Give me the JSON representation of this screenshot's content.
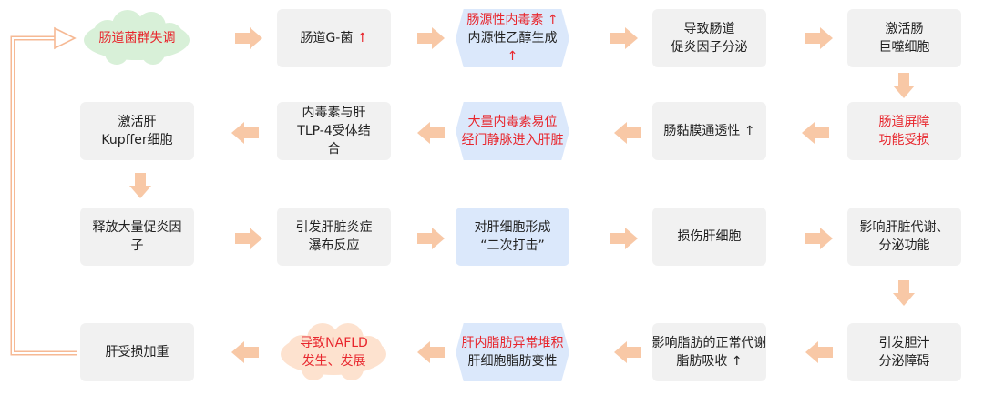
{
  "diagram": {
    "nodes": [
      {
        "id": "n1",
        "shape": "cloud",
        "lines": [
          [
            {
              "t": "肠道菌群失调",
              "c": "red"
            }
          ]
        ]
      },
      {
        "id": "n2",
        "shape": "rect",
        "lines": [
          [
            {
              "t": "肠道G-菌 ",
              "c": "dark"
            },
            {
              "t": "↑",
              "c": "red"
            }
          ]
        ]
      },
      {
        "id": "n3",
        "shape": "hex",
        "lines": [
          [
            {
              "t": "肠源性内毒素 ↑",
              "c": "red"
            }
          ],
          [
            {
              "t": "内源性乙醇生成",
              "c": "dark"
            }
          ],
          [
            {
              "t": "↑",
              "c": "red"
            }
          ]
        ]
      },
      {
        "id": "n4",
        "shape": "rect",
        "lines": [
          [
            {
              "t": "导致肠道",
              "c": "dark"
            }
          ],
          [
            {
              "t": "促炎因子分泌",
              "c": "dark"
            }
          ]
        ]
      },
      {
        "id": "n5",
        "shape": "rect",
        "lines": [
          [
            {
              "t": "激活肠",
              "c": "dark"
            }
          ],
          [
            {
              "t": "巨噬细胞",
              "c": "dark"
            }
          ]
        ]
      },
      {
        "id": "n6",
        "shape": "rect",
        "lines": [
          [
            {
              "t": "激活肝",
              "c": "dark"
            }
          ],
          [
            {
              "t": "Kupffer细胞",
              "c": "dark"
            }
          ]
        ]
      },
      {
        "id": "n7",
        "shape": "rect",
        "lines": [
          [
            {
              "t": "内毒素与肝",
              "c": "dark"
            }
          ],
          [
            {
              "t": "TLP-4受体结",
              "c": "dark"
            }
          ],
          [
            {
              "t": "合",
              "c": "dark"
            }
          ]
        ]
      },
      {
        "id": "n8",
        "shape": "hex",
        "lines": [
          [
            {
              "t": "大量内毒素易位",
              "c": "red"
            }
          ],
          [
            {
              "t": "经门静脉进入肝脏",
              "c": "red"
            }
          ]
        ]
      },
      {
        "id": "n9",
        "shape": "rect",
        "lines": [
          [
            {
              "t": "肠黏膜通透性 ↑",
              "c": "dark"
            }
          ]
        ]
      },
      {
        "id": "n10",
        "shape": "rect",
        "lines": [
          [
            {
              "t": "肠道屏障",
              "c": "red"
            }
          ],
          [
            {
              "t": "功能受损",
              "c": "red"
            }
          ]
        ]
      },
      {
        "id": "n11",
        "shape": "rect",
        "lines": [
          [
            {
              "t": "释放大量促炎因",
              "c": "dark"
            }
          ],
          [
            {
              "t": "子",
              "c": "dark"
            }
          ]
        ]
      },
      {
        "id": "n12",
        "shape": "rect",
        "lines": [
          [
            {
              "t": "引发肝脏炎症",
              "c": "dark"
            }
          ],
          [
            {
              "t": "瀑布反应",
              "c": "dark"
            }
          ]
        ]
      },
      {
        "id": "n13",
        "shape": "blue",
        "lines": [
          [
            {
              "t": "对肝细胞形成",
              "c": "dark"
            }
          ],
          [
            {
              "t": "“二次打击”",
              "c": "dark"
            }
          ]
        ]
      },
      {
        "id": "n14",
        "shape": "rect",
        "lines": [
          [
            {
              "t": "损伤肝细胞",
              "c": "dark"
            }
          ]
        ]
      },
      {
        "id": "n15",
        "shape": "rect",
        "lines": [
          [
            {
              "t": "影响肝脏代谢、",
              "c": "dark"
            }
          ],
          [
            {
              "t": "分泌功能",
              "c": "dark"
            }
          ]
        ]
      },
      {
        "id": "n16",
        "shape": "rect",
        "lines": [
          [
            {
              "t": "肝受损加重",
              "c": "dark"
            }
          ]
        ]
      },
      {
        "id": "n17",
        "shape": "cloud",
        "lines": [
          [
            {
              "t": "导致NAFLD",
              "c": "red"
            }
          ],
          [
            {
              "t": "发生、发展",
              "c": "red"
            }
          ]
        ]
      },
      {
        "id": "n18",
        "shape": "hex",
        "lines": [
          [
            {
              "t": "肝内脂肪异常堆积",
              "c": "red"
            }
          ],
          [
            {
              "t": "肝细胞脂肪变性",
              "c": "dark"
            }
          ]
        ]
      },
      {
        "id": "n19",
        "shape": "rect",
        "lines": [
          [
            {
              "t": "影响脂肪的正常代谢",
              "c": "dark"
            }
          ],
          [
            {
              "t": "脂肪吸收 ↑",
              "c": "dark"
            }
          ]
        ]
      },
      {
        "id": "n20",
        "shape": "rect",
        "lines": [
          [
            {
              "t": "引发胆汁",
              "c": "dark"
            }
          ],
          [
            {
              "t": "分泌障碍",
              "c": "dark"
            }
          ]
        ]
      }
    ],
    "edges": [
      {
        "from": "n1",
        "to": "n2"
      },
      {
        "from": "n2",
        "to": "n3"
      },
      {
        "from": "n3",
        "to": "n4"
      },
      {
        "from": "n4",
        "to": "n5"
      },
      {
        "from": "n5",
        "to": "n10"
      },
      {
        "from": "n10",
        "to": "n9"
      },
      {
        "from": "n9",
        "to": "n8"
      },
      {
        "from": "n8",
        "to": "n7"
      },
      {
        "from": "n7",
        "to": "n6"
      },
      {
        "from": "n6",
        "to": "n11"
      },
      {
        "from": "n11",
        "to": "n12"
      },
      {
        "from": "n12",
        "to": "n13"
      },
      {
        "from": "n13",
        "to": "n14"
      },
      {
        "from": "n14",
        "to": "n15"
      },
      {
        "from": "n15",
        "to": "n20"
      },
      {
        "from": "n20",
        "to": "n19"
      },
      {
        "from": "n19",
        "to": "n18"
      },
      {
        "from": "n18",
        "to": "n17"
      },
      {
        "from": "n17",
        "to": "n16"
      },
      {
        "from": "n16",
        "to": "n1"
      }
    ],
    "colors": {
      "highlight_text": "#e8262d",
      "box_fill": "#f1f1f1",
      "hex_fill": "#dbe8fb",
      "cloud_fill": "#d8f0d8",
      "cloud_fill_pink": "#fde2cf",
      "arrow": "#f8c8a6"
    }
  }
}
